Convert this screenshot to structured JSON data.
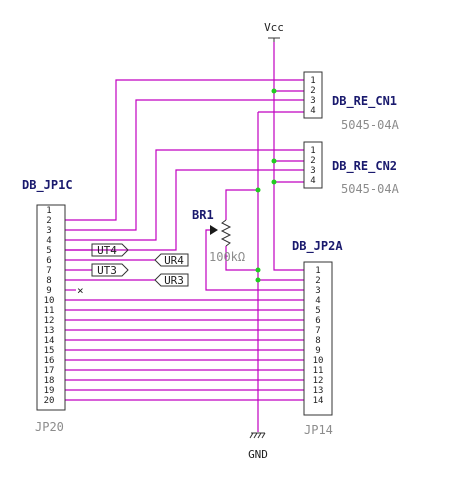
{
  "power": {
    "vcc_label": "Vcc",
    "gnd_label": "GND"
  },
  "components": {
    "jp1c": {
      "ref": "DB_JP1C",
      "value": "JP20",
      "pins": [
        "1",
        "2",
        "3",
        "4",
        "5",
        "6",
        "7",
        "8",
        "9",
        "10",
        "11",
        "12",
        "13",
        "14",
        "15",
        "16",
        "17",
        "18",
        "19",
        "20"
      ]
    },
    "jp2a": {
      "ref": "DB_JP2A",
      "value": "JP14",
      "pins": [
        "1",
        "2",
        "3",
        "4",
        "5",
        "6",
        "7",
        "8",
        "9",
        "10",
        "11",
        "12",
        "13",
        "14"
      ]
    },
    "cn1": {
      "ref": "DB_RE_CN1",
      "value": "5045-04A",
      "pins": [
        "1",
        "2",
        "3",
        "4"
      ]
    },
    "cn2": {
      "ref": "DB_RE_CN2",
      "value": "5045-04A",
      "pins": [
        "1",
        "2",
        "3",
        "4"
      ]
    },
    "br1": {
      "ref": "BR1",
      "value": "100kΩ"
    }
  },
  "net_flags": [
    {
      "label": "UT4",
      "direction": "out"
    },
    {
      "label": "UR4",
      "direction": "in"
    },
    {
      "label": "UT3",
      "direction": "out"
    },
    {
      "label": "UR3",
      "direction": "in"
    }
  ],
  "no_connect": "×",
  "colors": {
    "wire": "#c000c0",
    "junction": "#22cc22",
    "ref_text": "#1a1a6e",
    "value_text": "#8c8c8c"
  }
}
